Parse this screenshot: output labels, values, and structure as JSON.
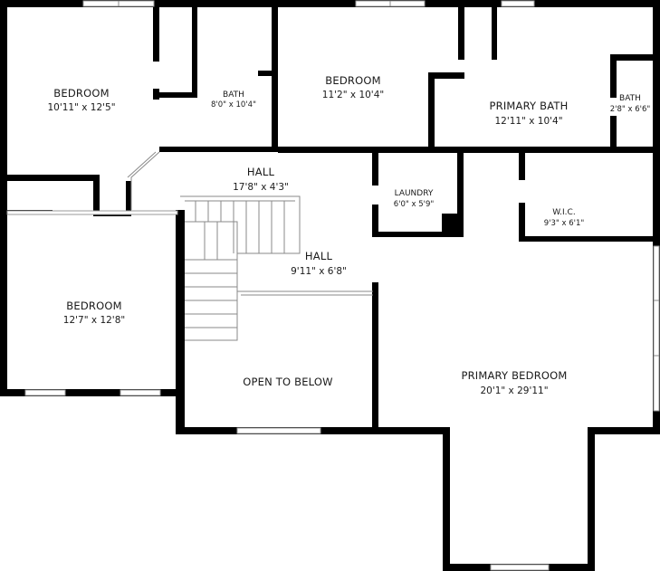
{
  "rooms": {
    "bedroom_nw": {
      "name": "BEDROOM",
      "dims": "10'11\" x 12'5\""
    },
    "bath_center": {
      "name": "BATH",
      "dims": "8'0\" x 10'4\""
    },
    "bedroom_center": {
      "name": "BEDROOM",
      "dims": "11'2\" x 10'4\""
    },
    "primary_bath": {
      "name": "PRIMARY BATH",
      "dims": "12'11\" x 10'4\""
    },
    "bath_small": {
      "name": "BATH",
      "dims": "2'8\" x 6'6\""
    },
    "hall_upper": {
      "name": "HALL",
      "dims": "17'8\" x 4'3\""
    },
    "laundry": {
      "name": "LAUNDRY",
      "dims": "6'0\" x 5'9\""
    },
    "wic": {
      "name": "W.I.C.",
      "dims": "9'3\" x 6'1\""
    },
    "hall_lower": {
      "name": "HALL",
      "dims": "9'11\" x 6'8\""
    },
    "bedroom_sw": {
      "name": "BEDROOM",
      "dims": "12'7\" x 12'8\""
    },
    "open_below": {
      "name": "OPEN TO BELOW"
    },
    "primary_bedroom": {
      "name": "PRIMARY BEDROOM",
      "dims": "20'1\" x 29'11\""
    }
  }
}
